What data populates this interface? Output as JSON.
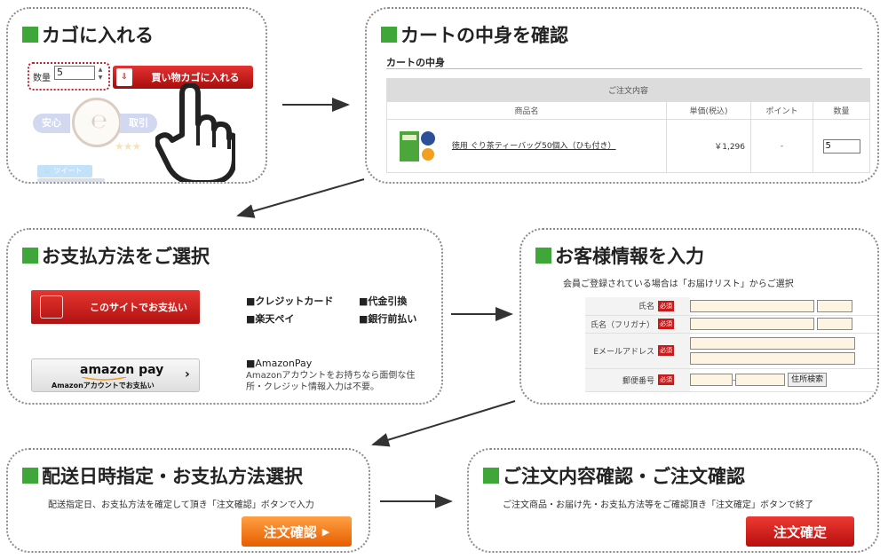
{
  "steps": {
    "add_to_cart": {
      "title": "カゴに入れる",
      "qty_label": "数量",
      "qty_value": "5",
      "cart_button": "買い物カゴに入れる",
      "trust_left": "安心",
      "trust_right": "取引",
      "stars": "★★★",
      "tweet": "ツイート"
    },
    "cart_contents": {
      "title": "カートの中身を確認",
      "subheading": "カートの中身",
      "table_header": "ご注文内容",
      "columns": [
        "商品名",
        "単価(税込)",
        "ポイント",
        "数量"
      ],
      "product_name": "徳用 ぐり茶ティーバッグ50個入（ひも付き）",
      "unit_price": "￥1,296",
      "points": "-",
      "quantity": "5"
    },
    "payment": {
      "title": "お支払方法をご選択",
      "site_button": "このサイトでお支払い",
      "methods": [
        "■クレジットカード",
        "■代金引換",
        "■楽天ペイ",
        "■銀行前払い"
      ],
      "amazon_logo": "amazon pay",
      "amazon_button_sub": "Amazonアカウントでお支払い",
      "amazon_title": "■AmazonPay",
      "amazon_desc": "Amazonアカウントをお持ちなら面倒な住所・クレジット情報入力は不要。"
    },
    "customer_info": {
      "title": "お客様情報を入力",
      "note": "会員ご登録されている場合は「お届けリスト」からご選択",
      "required": "必須",
      "fields": [
        "氏名",
        "氏名（フリガナ）",
        "Eメールアドレス",
        "郵便番号"
      ],
      "zip_button": "住所検索"
    },
    "delivery": {
      "title": "配送日時指定・お支払方法選択",
      "note": "配送指定日、お支払方法を確定して頂き「注文確認」ボタンで入力",
      "button": "注文確認",
      "button_arrow": "▶"
    },
    "final": {
      "title": "ご注文内容確認・ご注文確認",
      "note": "ご注文商品・お届け先・お支払方法等をご確認頂き「注文確定」ボタンで終了",
      "button": "注文確定"
    }
  },
  "colors": {
    "accent_green": "#3fa63a",
    "button_red": "#c81b1b",
    "button_orange": "#f07a1c",
    "field_fill": "#fdf5e1"
  }
}
